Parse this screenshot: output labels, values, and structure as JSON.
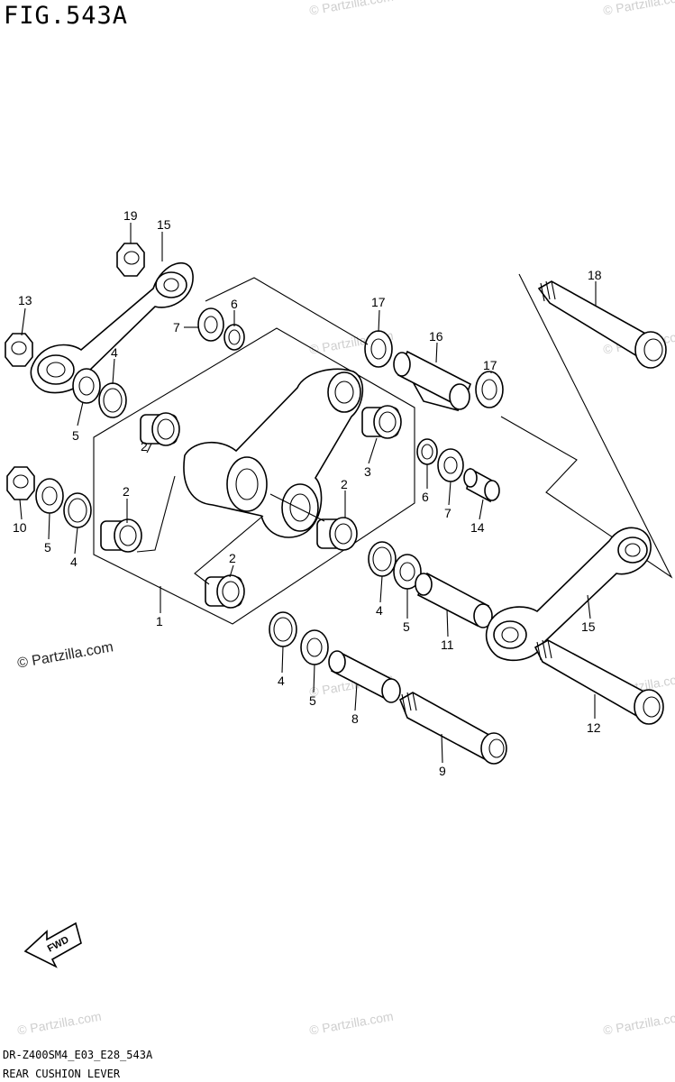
{
  "figure": {
    "title": "FIG.543A",
    "model_code": "DR-Z400SM4_E03_E28_543A",
    "caption": "REAR CUSHION LEVER",
    "copyright": "© Partzilla.com",
    "watermark": "© Partzilla.com",
    "fwd_label": "FWD"
  },
  "callouts": {
    "c19": "19",
    "c15a": "15",
    "c13": "13",
    "c6a": "6",
    "c7a": "7",
    "c4a": "4",
    "c5a": "5",
    "c17a": "17",
    "c16": "16",
    "c18": "18",
    "c17b": "17",
    "c2a": "2",
    "c2b": "2",
    "c2c": "2",
    "c2d": "2",
    "c3": "3",
    "c6b": "6",
    "c7b": "7",
    "c14": "14",
    "c10": "10",
    "c5b": "5",
    "c4b": "4",
    "c1": "1",
    "c4c": "4",
    "c5c": "5",
    "c11": "11",
    "c15b": "15",
    "c4d": "4",
    "c5d": "5",
    "c8": "8",
    "c9": "9",
    "c12": "12"
  }
}
